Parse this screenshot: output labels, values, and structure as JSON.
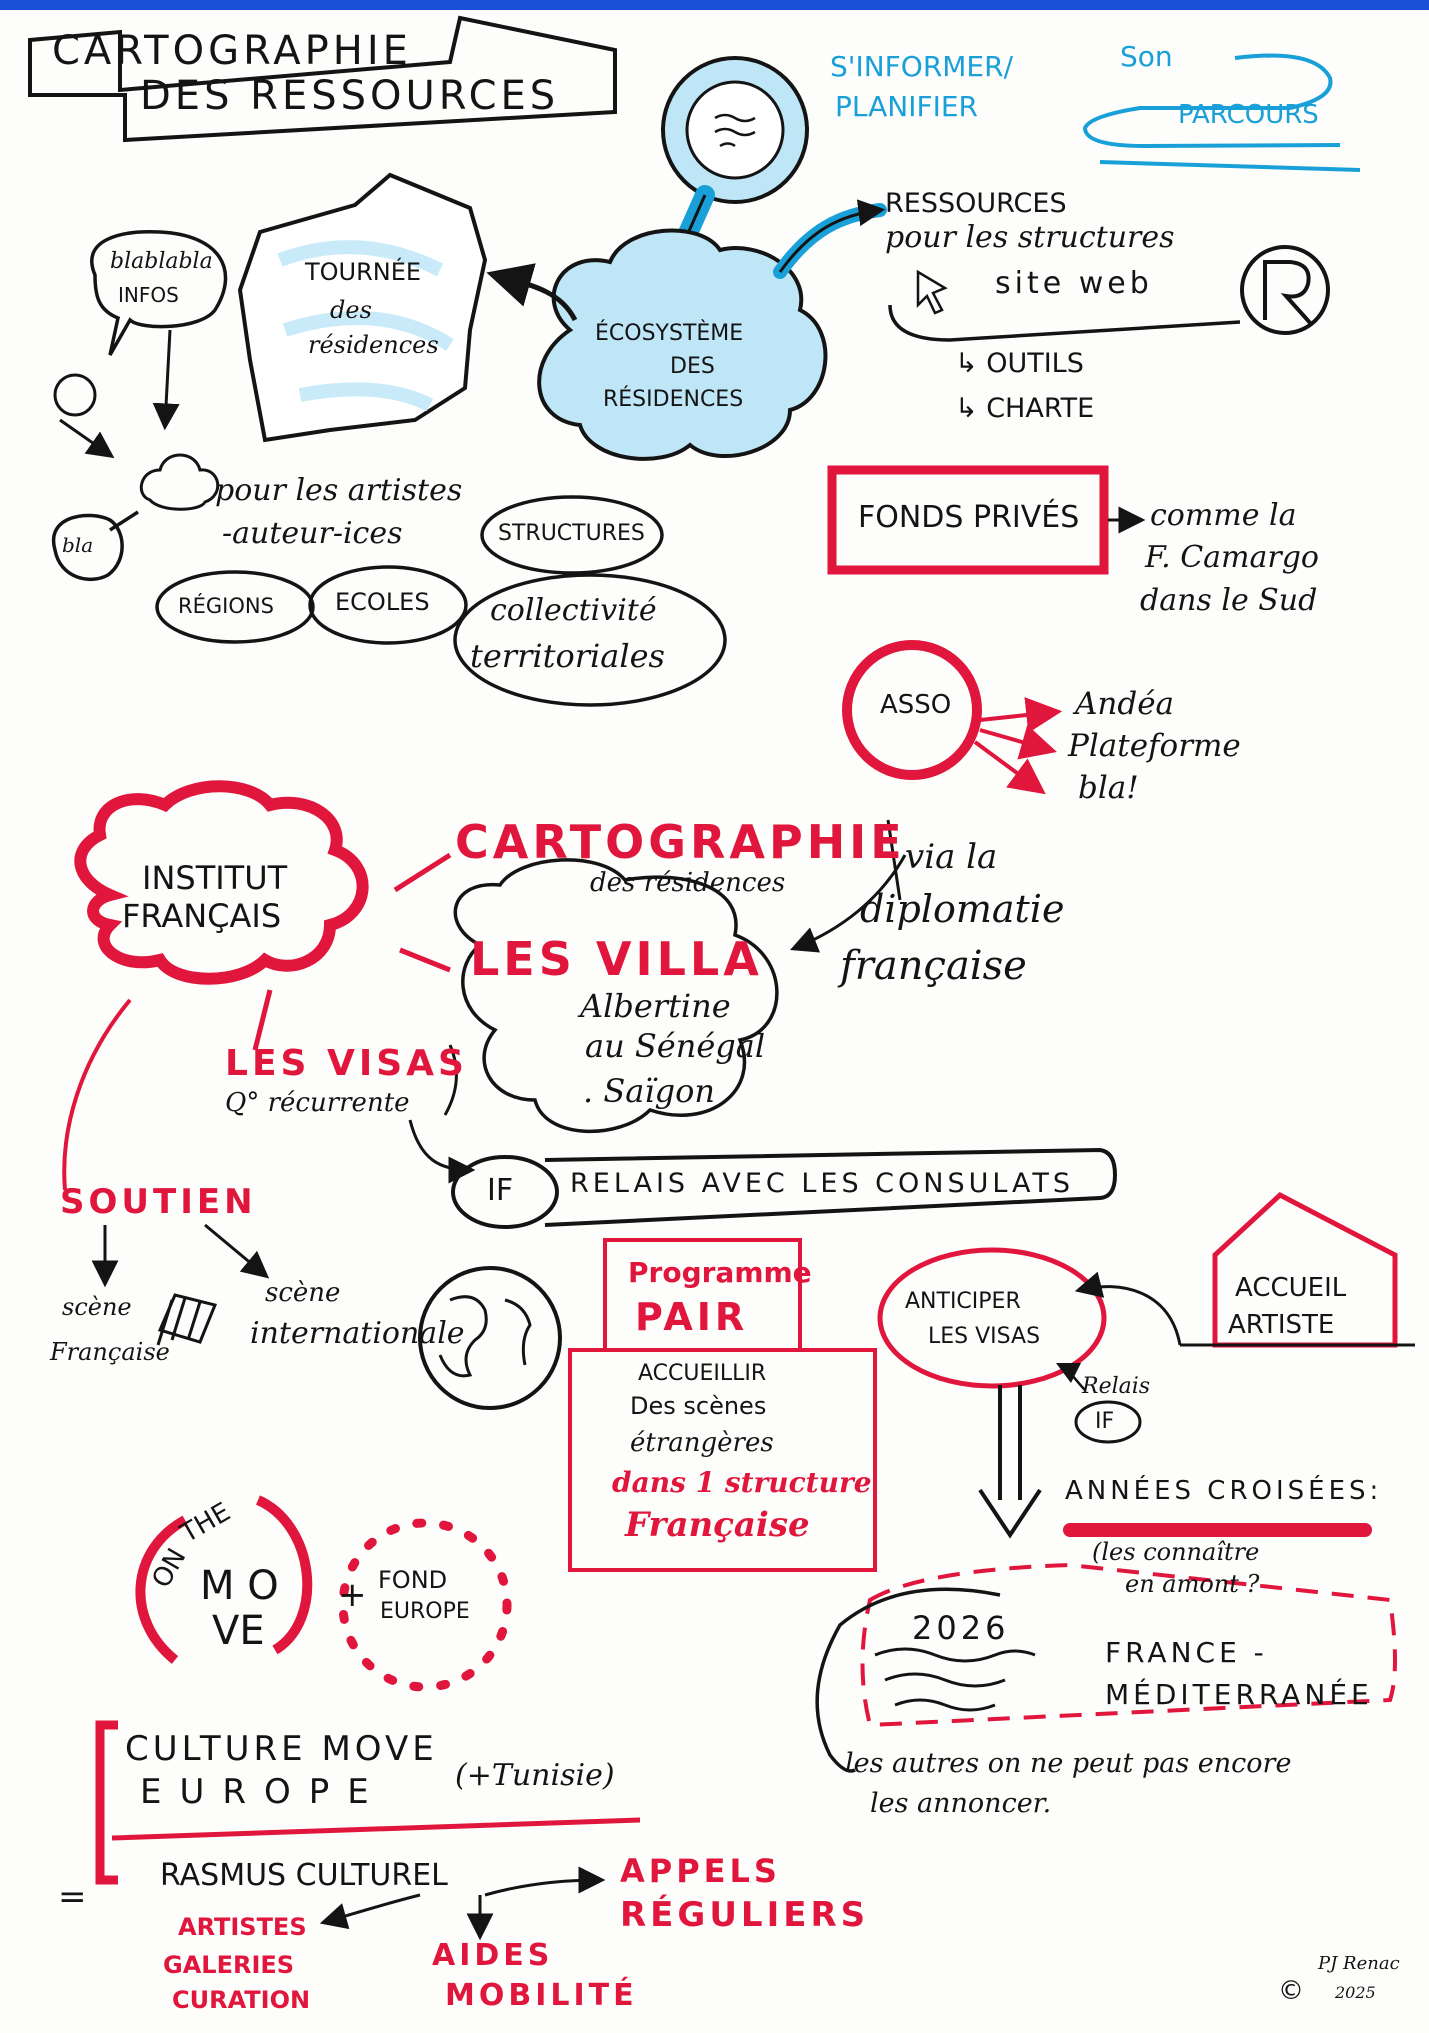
{
  "colors": {
    "ink": "#141414",
    "red": "#e0163d",
    "blue": "#1aa0d8",
    "cloud": "#bfe6f7",
    "bar": "#1a4fd8"
  },
  "title": {
    "line1": "CARTOGRAPHIE",
    "line2": "DES RESSOURCES"
  },
  "inform": {
    "line1": "S'INFORMER/",
    "line2": "PLANIFIER"
  },
  "parcours": {
    "line1": "Son",
    "line2": "PARCOURS"
  },
  "speech": {
    "bubble1_line1": "blablabla",
    "bubble1_line2": "INFOS",
    "bubble2": "bla"
  },
  "tournee": {
    "line1": "TOURNÉE",
    "line2": "des",
    "line3": "résidences"
  },
  "ecosysteme": {
    "line1": "ÉCOSYSTÈME",
    "line2": "DES",
    "line3": "RÉSIDENCES"
  },
  "ressources": {
    "line1": "RESSOURCES",
    "line2": "pour les structures",
    "site": "site web",
    "outils": "↳ OUTILS",
    "charte": "↳ CHARTE"
  },
  "artistes": {
    "line1": "pour les artistes",
    "line2": "-auteur-ices"
  },
  "ovals": {
    "structures": "STRUCTURES",
    "regions": "RÉGIONS",
    "ecoles": "ECOLES",
    "coll1": "collectivité",
    "coll2": "territoriales"
  },
  "fonds": {
    "box": "FONDS PRIVÉS",
    "line1": "comme la",
    "line2": "F. Camargo",
    "line3": "dans le Sud"
  },
  "asso": {
    "label": "ASSO",
    "item1": "Andéa",
    "item2": "Plateforme",
    "item3": "bla!"
  },
  "institut": {
    "line1": "INSTITUT",
    "line2": "FRANÇAIS"
  },
  "cartographie": {
    "title": "CARTOGRAPHIE",
    "sub": "des résidences"
  },
  "diplomatie": {
    "line1": "via la",
    "line2": "diplomatie",
    "line3": "française"
  },
  "villa": {
    "title": "LES VILLA",
    "item1": "Albertine",
    "item2": "au Sénégal",
    "item3": ". Saïgon"
  },
  "visas": {
    "title": "LES VISAS",
    "sub": "Q° récurrente"
  },
  "relais": {
    "if": "IF",
    "text": "RELAIS AVEC LES CONSULATS"
  },
  "soutien": {
    "title": "SOUTIEN",
    "scene_fr1": "scène",
    "scene_fr2": "Française",
    "scene_int1": "scène",
    "scene_int2": "internationale"
  },
  "pair": {
    "line1": "Programme",
    "line2": "PAIR"
  },
  "accueillir": {
    "line1": "ACCUEILLIR",
    "line2": "Des scènes",
    "line3": "étrangères",
    "line4": "dans 1 structure",
    "line5": "Française"
  },
  "anticiper": {
    "line1": "ANTICIPER",
    "line2": "LES VISAS",
    "relais": "Relais",
    "if": "IF"
  },
  "accueil": {
    "line1": "ACCUEIL",
    "line2": "ARTISTE"
  },
  "annees": {
    "title": "ANNÉES CROISÉES:",
    "q1": "(les connaître",
    "q2": "en amont ?"
  },
  "france": {
    "year": "2026",
    "line1": "FRANCE -",
    "line2": "MÉDITERRANÉE"
  },
  "autres": {
    "line1": "les autres on ne peut pas encore",
    "line2": "les annoncer."
  },
  "onthemove": {
    "on": "ON",
    "the": "THE",
    "mo": "M O",
    "ve": "VE",
    "plus": "+",
    "fond1": "FOND",
    "fond2": "EUROPE"
  },
  "culture": {
    "line1": "CULTURE MOVE",
    "line2": "EUROPE",
    "tunisie": "(+Tunisie)",
    "eq": "=",
    "rasmus": "RASMUS CULTUREL"
  },
  "appels": {
    "line1": "APPELS",
    "line2": "RÉGULIERS"
  },
  "artistes_list": {
    "line1": "ARTISTES",
    "line2": "GALERIES",
    "line3": "CURATION"
  },
  "aides": {
    "line1": "AIDES",
    "line2": "MOBILITÉ"
  },
  "signature": {
    "copy": "©",
    "name": "PJ Renac",
    "year": "2025"
  }
}
